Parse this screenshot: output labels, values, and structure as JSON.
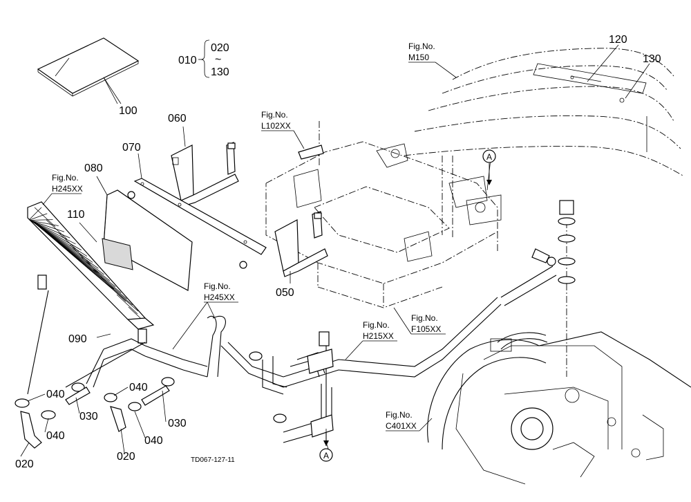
{
  "diagram_code": "TD067-127-11",
  "range_label": {
    "from": "010",
    "to_top": "020",
    "tilde": "~",
    "to_bottom": "130"
  },
  "fig_refs": [
    {
      "prefix": "Fig.No.",
      "code": "M150"
    },
    {
      "prefix": "Fig.No.",
      "code": "L102XX"
    },
    {
      "prefix": "Fig.No.",
      "code": "H245XX"
    },
    {
      "prefix": "Fig.No.",
      "code": "H245XX"
    },
    {
      "prefix": "Fig.No.",
      "code": "H215XX"
    },
    {
      "prefix": "Fig.No.",
      "code": "F105XX"
    },
    {
      "prefix": "Fig.No.",
      "code": "C401XX"
    }
  ],
  "part_numbers": {
    "p100": "100",
    "p060": "060",
    "p070": "070",
    "p080": "080",
    "p110": "110",
    "p050": "050",
    "p090": "090",
    "p120": "120",
    "p130": "130",
    "p040_a": "040",
    "p040_b": "040",
    "p040_c": "040",
    "p040_d": "040",
    "p030_a": "030",
    "p030_b": "030",
    "p020_a": "020",
    "p020_b": "020"
  },
  "ref_marks": {
    "top": "A",
    "bottom": "A"
  }
}
